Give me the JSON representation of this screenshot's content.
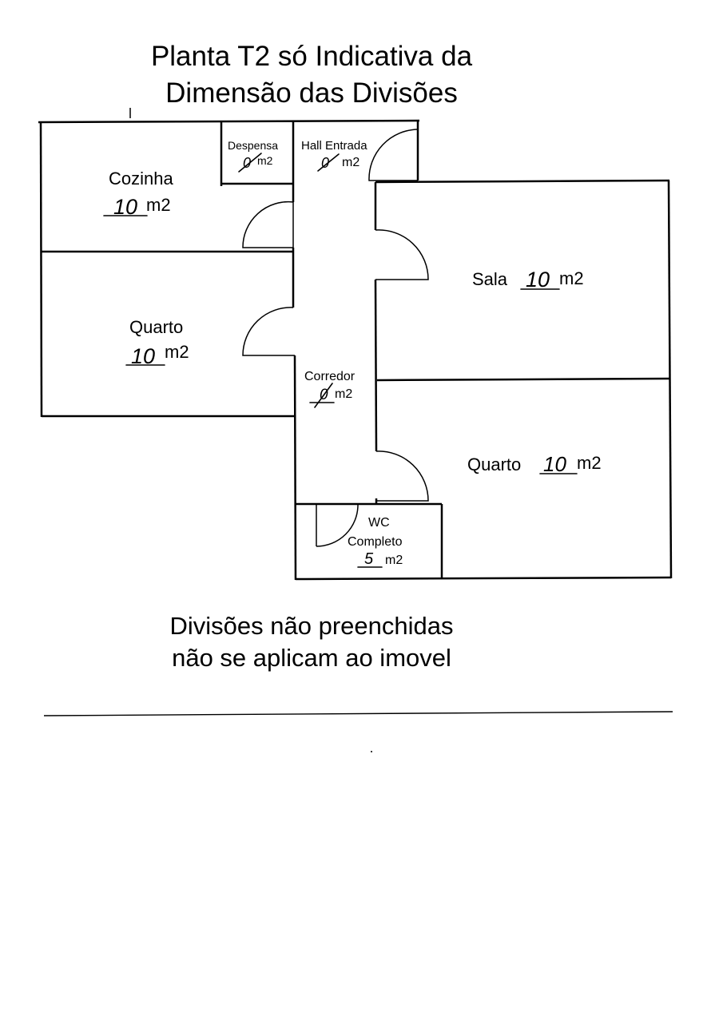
{
  "title_line1": "Planta T2 só Indicativa da",
  "title_line2": "Dimensão das Divisões",
  "rooms": {
    "cozinha": {
      "name": "Cozinha",
      "area": "10",
      "unit": "m2"
    },
    "despensa": {
      "name": "Despensa",
      "area": "0",
      "unit": "m2"
    },
    "hall": {
      "name": "Hall Entrada",
      "area": "0",
      "unit": "m2"
    },
    "quarto1": {
      "name": "Quarto",
      "area": "10",
      "unit": "m2"
    },
    "corredor": {
      "name": "Corredor",
      "area": "0",
      "unit": "m2"
    },
    "sala": {
      "name": "Sala",
      "area": "10",
      "unit": "m2"
    },
    "quarto2": {
      "name": "Quarto",
      "area": "10",
      "unit": "m2"
    },
    "wc": {
      "name_line1": "WC",
      "name_line2": "Completo",
      "area": "5",
      "unit": "m2"
    }
  },
  "note_line1": "Divisões não preenchidas",
  "note_line2": "não se aplicam ao imovel"
}
